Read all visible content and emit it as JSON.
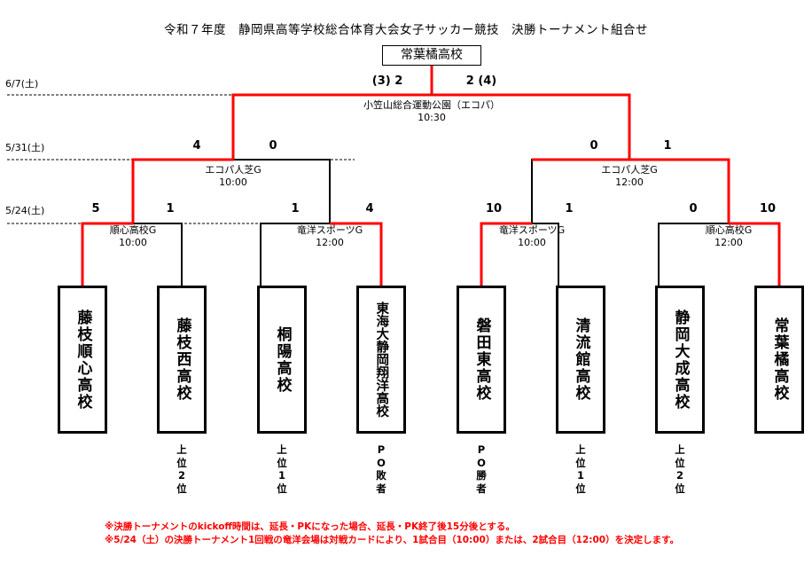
{
  "title": "令和７年度　静岡県高等学校総合体育大会女子サッカー競技　決勝トーナメント組合せ",
  "champion": "常葉橘高校",
  "dates": [
    "6/7(土)",
    "5/31(土)",
    "5/24(土)"
  ],
  "final": {
    "score_left": "(3)  2",
    "score_right": "2  (4)",
    "venue": "小笠山総合運動公園（エコパ）",
    "time": "10:30"
  },
  "semifinals": [
    {
      "score_left": "4",
      "score_right": "0",
      "venue": "エコパ人芝G",
      "time": "10:00"
    },
    {
      "score_left": "0",
      "score_right": "1",
      "venue": "エコパ人芝G",
      "time": "12:00"
    }
  ],
  "first_round": [
    {
      "score_left": "5",
      "score_right": "1",
      "venue": "順心高校G",
      "time": "10:00"
    },
    {
      "score_left": "1",
      "score_right": "4",
      "venue": "竜洋スポーツG",
      "time": "12:00"
    },
    {
      "score_left": "10",
      "score_right": "1",
      "venue": "竜洋スポーツG",
      "time": "10:00"
    },
    {
      "score_left": "0",
      "score_right": "10",
      "venue": "順心高校G",
      "time": "12:00"
    }
  ],
  "teams": [
    {
      "name": "藤枝順心高校",
      "note": ""
    },
    {
      "name": "藤枝西高校",
      "note": "上位2位"
    },
    {
      "name": "桐陽高校",
      "note": "上位1位"
    },
    {
      "name": "東海大静岡翔洋高校",
      "note": "PO敗者"
    },
    {
      "name": "磐田東高校",
      "note": "PO勝者"
    },
    {
      "name": "清流館高校",
      "note": "上位1位"
    },
    {
      "name": "静岡大成高校",
      "note": "上位2位"
    },
    {
      "name": "常葉橘高校",
      "note": ""
    }
  ],
  "footnotes": [
    "※決勝トーナメントのkickoff時間は、延長・PKになった場合、延長・PK終了後15分後とする。",
    "※5/24（土）の決勝トーナメント1回戦の竜洋会場は対戦カードにより、1試合目（10:00）または、2試合目（12:00）を決定します。"
  ],
  "colors": {
    "winner_line": "#ff0000",
    "loser_line": "#000000"
  }
}
